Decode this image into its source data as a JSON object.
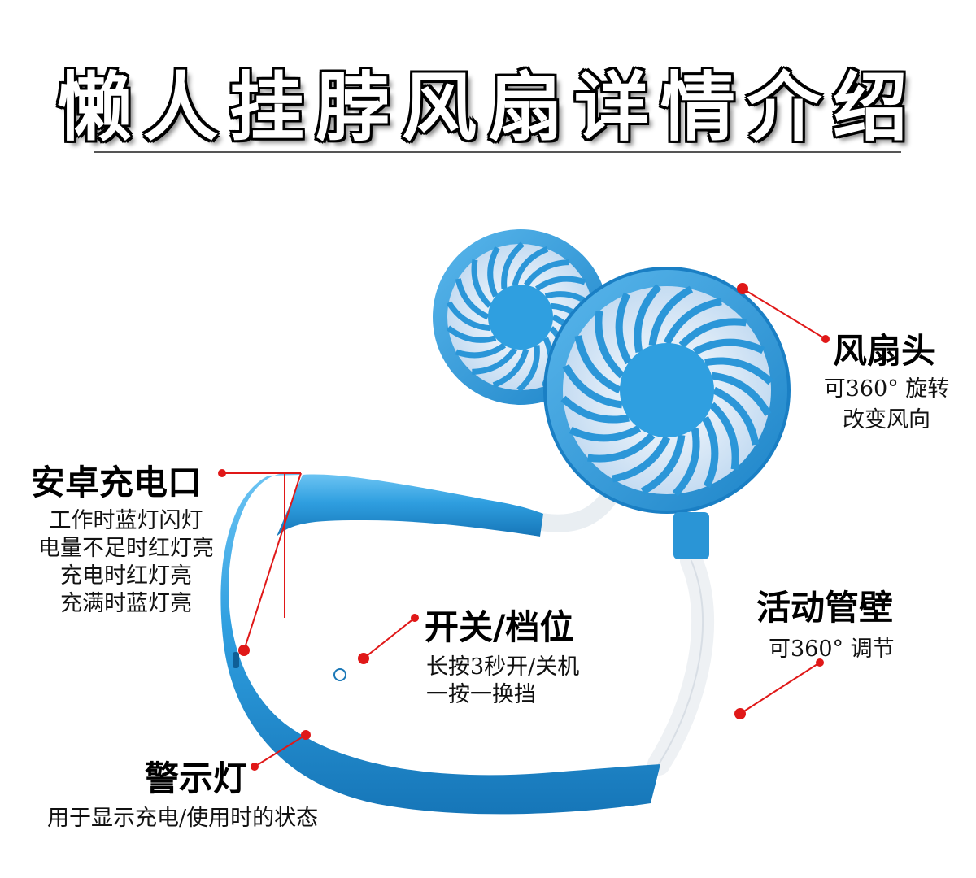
{
  "title": "懒人挂脖风扇详情介绍",
  "labels": {
    "fan_head": {
      "heading": "风扇头",
      "lines": [
        "可360° 旋转",
        "改变风向"
      ]
    },
    "charge_port": {
      "heading": "安卓充电口",
      "lines": [
        "工作时蓝灯闪灯",
        "电量不足时红灯亮",
        "充电时红灯亮",
        "充满时蓝灯亮"
      ]
    },
    "switch": {
      "heading": "开关/档位",
      "lines": [
        "长按3秒开/关机",
        "一按一换挡"
      ]
    },
    "flex_tube": {
      "heading": "活动管壁",
      "lines": [
        "可360° 调节"
      ]
    },
    "indicator": {
      "heading": "警示灯",
      "lines": [
        "用于显示充电/使用时的状态"
      ]
    }
  },
  "colors": {
    "fan_blue": "#2f9fe0",
    "fan_dark": "#1a7fc4",
    "blade": "#cfe4f7",
    "tube": "#eef1f4",
    "callout": "#e01818"
  }
}
